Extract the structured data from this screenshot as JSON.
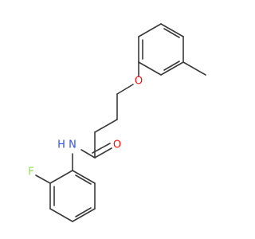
{
  "molecule": {
    "atoms": {
      "oxygen_ether": {
        "symbol": "O",
        "color": "#ff0d0d"
      },
      "oxygen_carbonyl": {
        "symbol": "O",
        "color": "#ff0d0d"
      },
      "nitrogen_amide": {
        "symbol": "N",
        "color": "#3050f8"
      },
      "hydrogen_amide": {
        "symbol": "H",
        "color": "#3050f8"
      },
      "fluorine": {
        "symbol": "F",
        "color": "#90e050"
      }
    },
    "bond_color": "#3a3a3a"
  }
}
